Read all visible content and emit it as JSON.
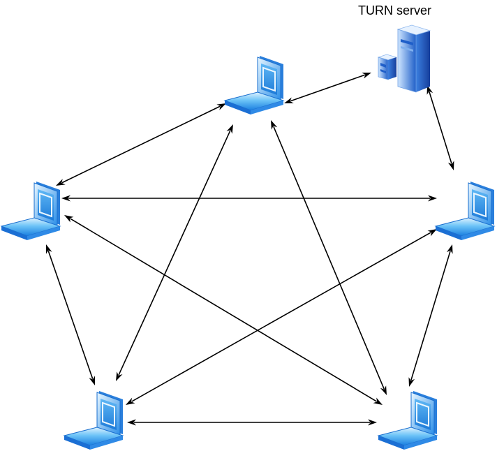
{
  "diagram": {
    "server": {
      "label": "TURN server",
      "icon": "server-tower-icon"
    },
    "nodes": [
      {
        "id": "laptop-top",
        "icon": "laptop-icon"
      },
      {
        "id": "laptop-left",
        "icon": "laptop-icon"
      },
      {
        "id": "laptop-right",
        "icon": "laptop-icon"
      },
      {
        "id": "laptop-bottom-left",
        "icon": "laptop-icon"
      },
      {
        "id": "laptop-bottom-right",
        "icon": "laptop-icon"
      }
    ],
    "connections": [
      {
        "from": "laptop-top",
        "to": "server",
        "type": "bidirectional"
      },
      {
        "from": "server",
        "to": "laptop-right",
        "type": "bidirectional"
      },
      {
        "from": "laptop-top",
        "to": "laptop-left",
        "type": "bidirectional"
      },
      {
        "from": "laptop-left",
        "to": "laptop-right",
        "type": "bidirectional"
      },
      {
        "from": "laptop-top",
        "to": "laptop-bottom-left",
        "type": "bidirectional"
      },
      {
        "from": "laptop-top",
        "to": "laptop-bottom-right",
        "type": "bidirectional"
      },
      {
        "from": "laptop-left",
        "to": "laptop-bottom-left",
        "type": "bidirectional"
      },
      {
        "from": "laptop-left",
        "to": "laptop-bottom-right",
        "type": "bidirectional"
      },
      {
        "from": "laptop-right",
        "to": "laptop-bottom-left",
        "type": "bidirectional"
      },
      {
        "from": "laptop-right",
        "to": "laptop-bottom-right",
        "type": "bidirectional"
      },
      {
        "from": "laptop-bottom-left",
        "to": "laptop-bottom-right",
        "type": "bidirectional"
      }
    ],
    "colors": {
      "laptop_blue": "#2b8ee8",
      "laptop_light": "#bfe3fb",
      "arrow": "#000000",
      "server_blue": "#1f5fc9"
    }
  }
}
